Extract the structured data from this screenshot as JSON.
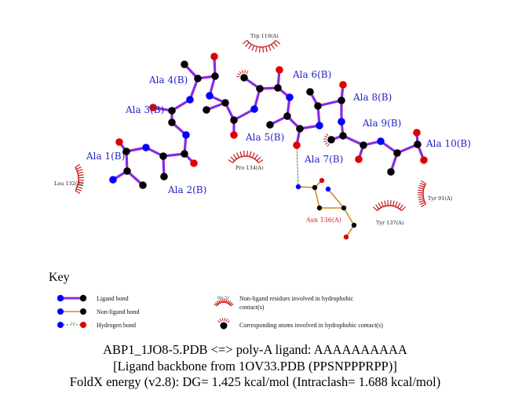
{
  "residues": [
    {
      "id": "ala1",
      "text": "Ala 1(B)"
    },
    {
      "id": "ala2",
      "text": "Ala 2(B)"
    },
    {
      "id": "ala3",
      "text": "Ala 3(B)"
    },
    {
      "id": "ala4",
      "text": "Ala 4(B)"
    },
    {
      "id": "ala5",
      "text": "Ala 5(B)"
    },
    {
      "id": "ala6",
      "text": "Ala 6(B)"
    },
    {
      "id": "ala7",
      "text": "Ala 7(B)"
    },
    {
      "id": "ala8",
      "text": "Ala 8(B)"
    },
    {
      "id": "ala9",
      "text": "Ala 9(B)"
    },
    {
      "id": "ala10",
      "text": "Ala 10(B)"
    }
  ],
  "hydrophobic": [
    {
      "id": "trp119",
      "text": "Trp 119(A)"
    },
    {
      "id": "pro134",
      "text": "Pro 134(A)"
    },
    {
      "id": "leu132",
      "text": "Leu 132(A)"
    },
    {
      "id": "tyr91",
      "text": "Tyr 91(A)"
    },
    {
      "id": "tyr137",
      "text": "Tyr 137(A)"
    }
  ],
  "hbond_residue": "Asn 136(A)",
  "key": {
    "title": "Key",
    "ligand_bond": "Ligand bond",
    "nonligand_bond": "Non-ligand bond",
    "hydrogen_bond": "Hydrogen bond",
    "hbond_distance": "3.0",
    "example_residue": "His 53",
    "hydrophobic_residues_line1": "Non-ligand residues involved in hydrophobic",
    "hydrophobic_residues_line2": "contact(s)",
    "corresponding_atoms": "Corresponding atoms involved in hydrophobic contact(s)"
  },
  "caption": {
    "line1": "ABP1_1JO8-5.PDB <=> poly-A ligand: AAAAAAAAAA",
    "line2": "[Ligand backbone from 1OV33.PDB (PPSNPPPRPP)]",
    "line3": "FoldX energy (v2.8): DG= 1.425 kcal/mol (Intraclash= 1.688 kcal/mol)"
  },
  "colors": {
    "ligand_bond": "#8a2be2",
    "nonligand_bond": "#d28a1e",
    "hbond": "#2e8b2e",
    "carbon": "#000000",
    "nitrogen": "#0000ff",
    "oxygen": "#e00000",
    "hydrophobic_arc": "#c81e1e",
    "residue_label": "#2323c8"
  }
}
